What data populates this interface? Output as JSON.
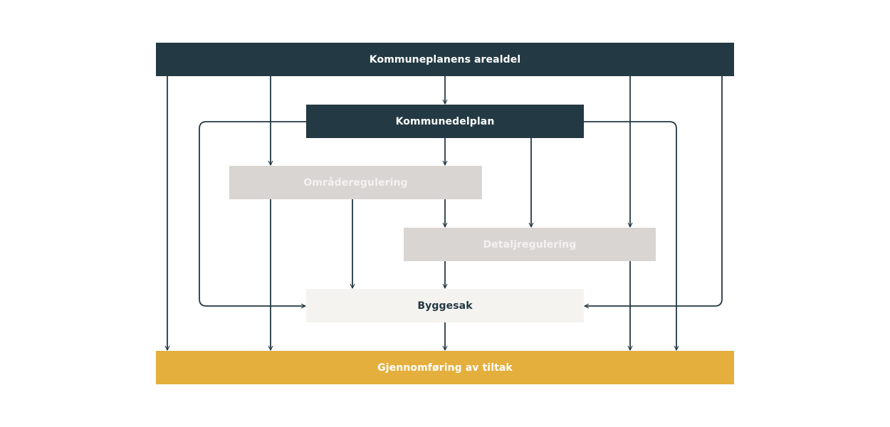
{
  "diagram": {
    "nodes": [
      {
        "id": "kpa",
        "label": "Kommuneplanens arealdel",
        "fill": "#233943",
        "text_color": "#ffffff"
      },
      {
        "id": "kdp",
        "label": "Kommunedelplan",
        "fill": "#233943",
        "text_color": "#ffffff"
      },
      {
        "id": "omr",
        "label": "Områderegulering",
        "fill": "#d8d5d2",
        "text_color": "#f4f2f0"
      },
      {
        "id": "det",
        "label": "Detaljregulering",
        "fill": "#d8d5d2",
        "text_color": "#f4f2f0"
      },
      {
        "id": "byg",
        "label": "Byggesak",
        "fill": "#f5f3f0",
        "text_color": "#233943"
      },
      {
        "id": "gjen",
        "label": "Gjennomføring av tiltak",
        "fill": "#e5af3d",
        "text_color": "#ffffff"
      }
    ],
    "edges": [
      {
        "from": "kpa",
        "to": "gjen"
      },
      {
        "from": "kpa",
        "to": "omr"
      },
      {
        "from": "kpa",
        "to": "kdp"
      },
      {
        "from": "kpa",
        "to": "det"
      },
      {
        "from": "kpa",
        "to": "byg"
      },
      {
        "from": "kdp",
        "to": "byg"
      },
      {
        "from": "kdp",
        "to": "omr"
      },
      {
        "from": "kdp",
        "to": "det"
      },
      {
        "from": "kdp",
        "to": "gjen"
      },
      {
        "from": "omr",
        "to": "gjen"
      },
      {
        "from": "omr",
        "to": "byg"
      },
      {
        "from": "omr",
        "to": "det"
      },
      {
        "from": "det",
        "to": "byg"
      },
      {
        "from": "det",
        "to": "gjen"
      },
      {
        "from": "byg",
        "to": "gjen"
      }
    ],
    "line_color": "#233943"
  }
}
